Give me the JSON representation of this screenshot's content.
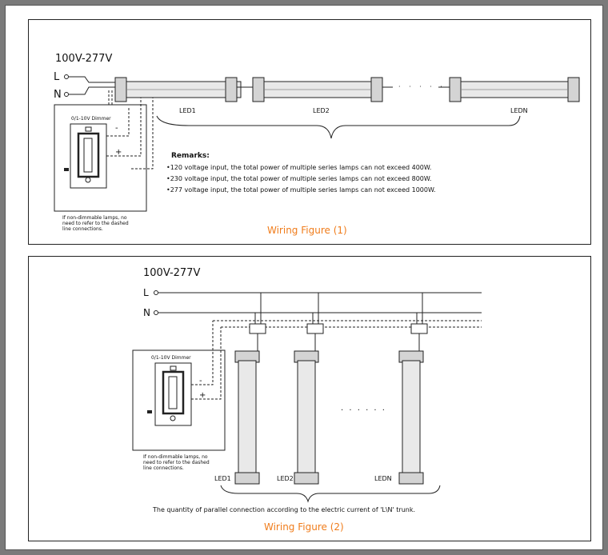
{
  "fig1": {
    "voltage": "100V-277V",
    "L": "L",
    "N": "N",
    "dimmer_title": "0/1-10V Dimmer",
    "minus": "-",
    "plus": "+",
    "note_lines": [
      "If non-dimmable lamps, no",
      "need to refer to the dashed",
      "line connections."
    ],
    "lamps": [
      "LED1",
      "LED2",
      "LEDN"
    ],
    "remarks_title": "Remarks:",
    "remarks": [
      "•120 voltage input, the total power of multiple series lamps can not exceed 400W.",
      "•230 voltage input, the total power of multiple series lamps can not exceed 800W.",
      "•277 voltage input, the total power of multiple series lamps can not exceed 1000W."
    ],
    "caption": "Wiring Figure (1)"
  },
  "fig2": {
    "voltage": "100V-277V",
    "L": "L",
    "N": "N",
    "dimmer_title": "0/1-10V Dimmer",
    "minus": "-",
    "plus": "+",
    "note_lines": [
      "If non-dimmable lamps, no",
      "need to refer to the dashed",
      "line connections."
    ],
    "lamps": [
      "LED1",
      "LED2",
      "LEDN"
    ],
    "dots": "· · · · · ·",
    "note": "The quantity of parallel connection according to the electric current of 'L\\N' trunk.",
    "caption": "Wiring Figure (2)"
  },
  "colors": {
    "caption": "#f07c1b",
    "line": "#222222"
  }
}
